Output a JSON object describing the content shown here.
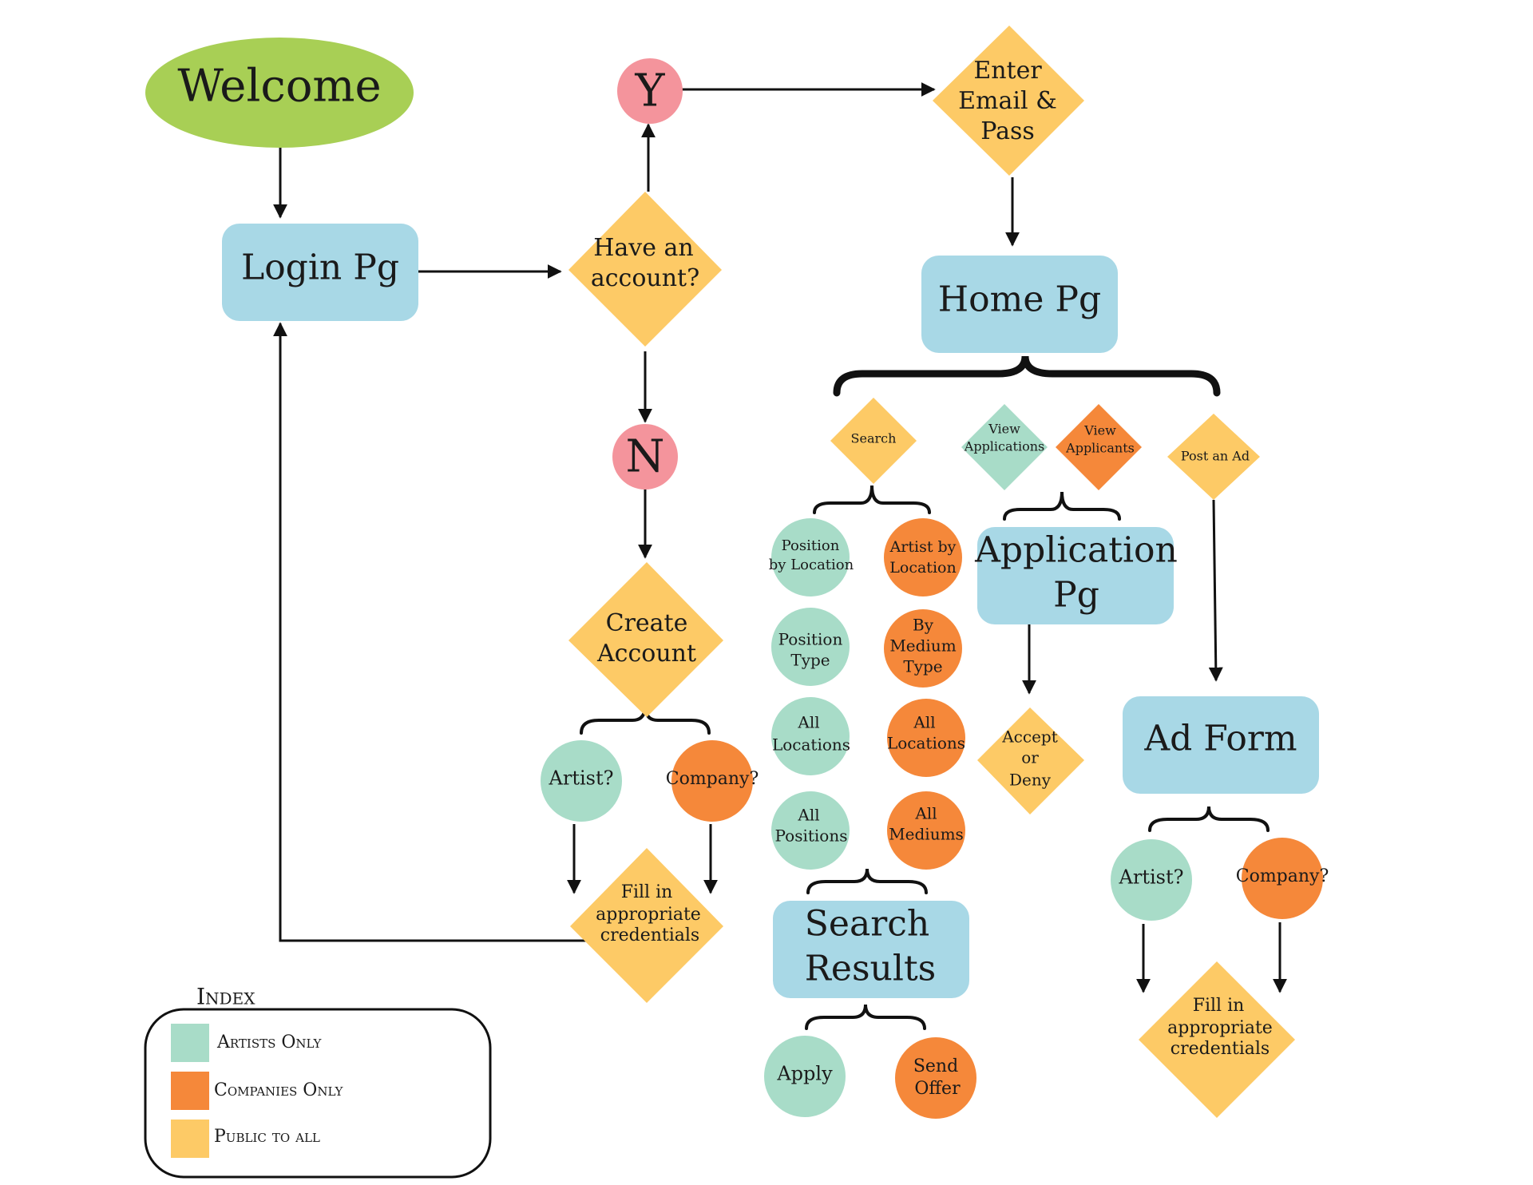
{
  "colors": {
    "welcome": "#a8cf55",
    "page": "#a8d8e6",
    "public": "#fdca66",
    "artist": "#a8dcc8",
    "company": "#f5883a",
    "yn": "#f4949c",
    "line": "#111111"
  },
  "nodes": {
    "welcome": "Welcome",
    "login": "Login Pg",
    "have_account": [
      "Have an",
      "account?"
    ],
    "yes": "Y",
    "no": "N",
    "enter_email": [
      "Enter",
      "Email &",
      "Pass"
    ],
    "home": "Home Pg",
    "create_account": [
      "Create",
      "Account"
    ],
    "artist_q": "Artist?",
    "company_q": "Company?",
    "fill_in": [
      "Fill in",
      "appropriate",
      "credentials"
    ],
    "search": "Search",
    "view_applications": [
      "View",
      "Applications"
    ],
    "view_applicants": [
      "View",
      "Applicants"
    ],
    "post_ad": "Post an Ad",
    "position_by_location": [
      "Position",
      "by Location"
    ],
    "artist_by_location": [
      "Artist by",
      "Location"
    ],
    "position_type": [
      "Position",
      "Type"
    ],
    "by_medium_type": [
      "By",
      "Medium",
      "Type"
    ],
    "all_locations": [
      "All",
      "Locations"
    ],
    "all_locations_co": [
      "All",
      "Locations"
    ],
    "all_positions": [
      "All",
      "Positions"
    ],
    "all_mediums": [
      "All",
      "Mediums"
    ],
    "search_results": [
      "Search",
      "Results"
    ],
    "apply": "Apply",
    "send_offer": [
      "Send",
      "Offer"
    ],
    "application_pg": [
      "Application",
      "Pg"
    ],
    "accept_deny": [
      "Accept",
      "or",
      "Deny"
    ],
    "ad_form": "Ad Form",
    "ad_artist_q": "Artist?",
    "ad_company_q": "Company?",
    "ad_fill_in": [
      "Fill in",
      "appropriate",
      "credentials"
    ]
  },
  "legend": {
    "title": "Index",
    "items": [
      {
        "label": "Artists Only",
        "color": "#a8dcc8"
      },
      {
        "label": "Companies Only",
        "color": "#f5883a"
      },
      {
        "label": "Public to all",
        "color": "#fdca66"
      }
    ]
  }
}
